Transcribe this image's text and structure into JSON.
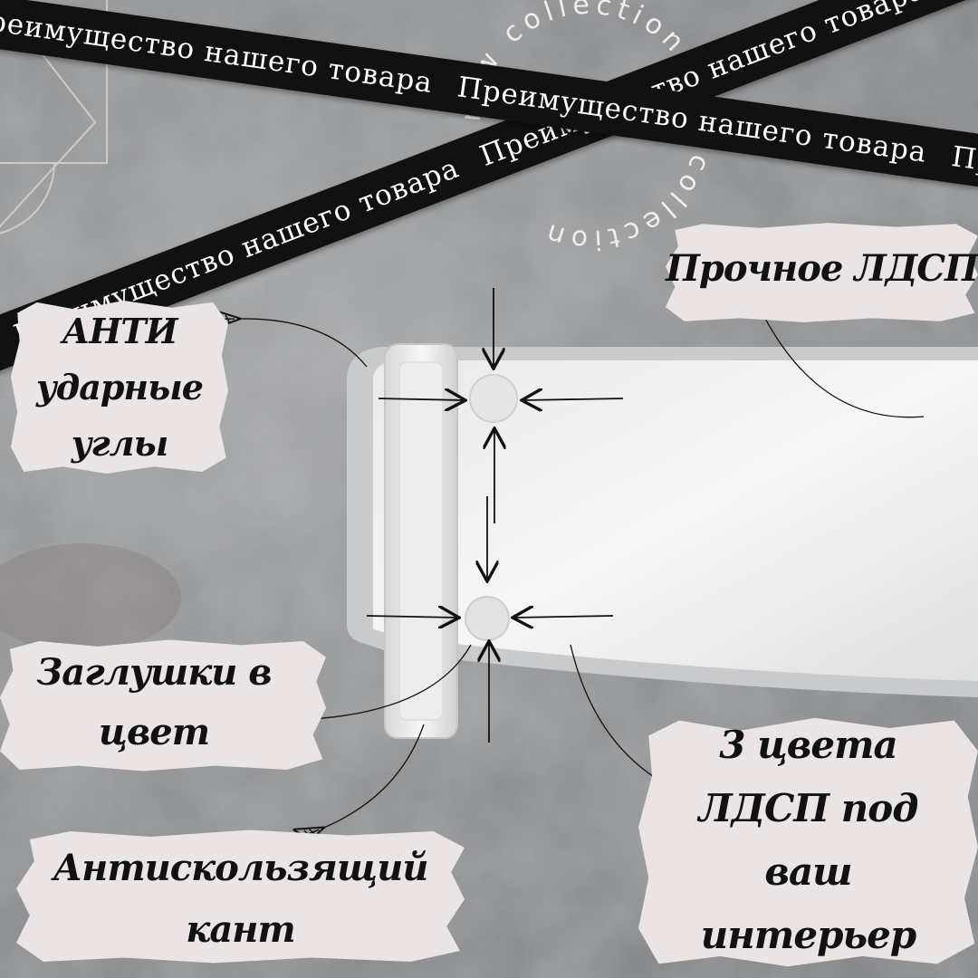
{
  "ribbons": {
    "text": "Преимущество нашего товара"
  },
  "circle_text": "new collection new collection",
  "callouts": {
    "durable": "Прочное ЛДСП",
    "anti_impact_line1": "АНТИ",
    "anti_impact_line2": "ударные",
    "anti_impact_line3": "углы",
    "plugs_line1": "Заглушки в",
    "plugs_line2": "цвет",
    "colors_line1": "3 цвета",
    "colors_line2": "ЛДСП под",
    "colors_line3": "ваш",
    "colors_line4": "интерьер",
    "antislip_line1": "Антискользящий",
    "antislip_line2": "кант"
  },
  "colors": {
    "background": "#8e9092",
    "ribbon": "#111111",
    "brush": "#ebe4e5",
    "shelf": "#f1f1f2"
  },
  "icons": [
    "arrow-icon",
    "geometric-outline-icon"
  ]
}
